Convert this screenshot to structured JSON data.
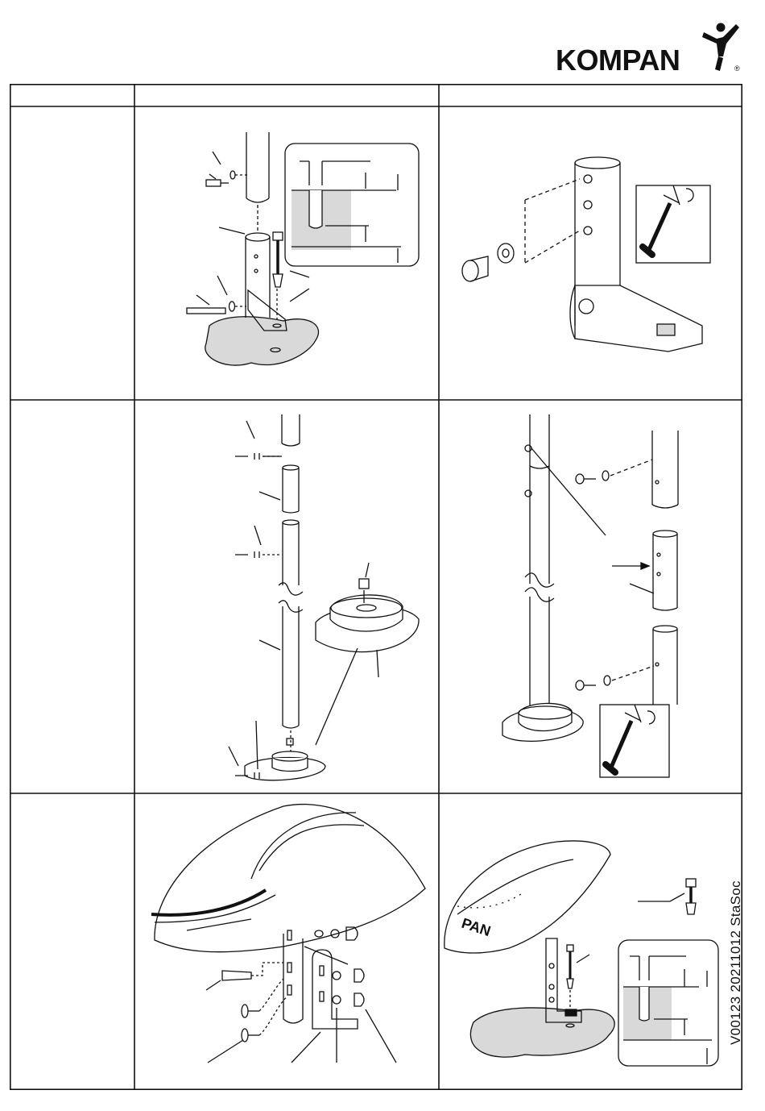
{
  "brand": {
    "name": "KOMPAN",
    "registered_mark": "®"
  },
  "document_code": "V00123  20211012  StaSoc",
  "colors": {
    "ink": "#111111",
    "ground": "#d9d9d9",
    "soil": "#cfcfcf"
  },
  "table": {
    "columns": 3,
    "header_row": [
      "",
      "",
      ""
    ],
    "rows": [
      {
        "step_label": "",
        "illustrations": [
          "bracket-mounted-post-with-anchor-bolt-and-depth-detail",
          "post-bracket-bolt-and-hammer-tightening"
        ]
      },
      {
        "step_label": "",
        "illustrations": [
          "exploded-post-sections-with-sleeve-and-round-socket-base",
          "joining-post-sections-with-sleeve-and-hammer"
        ]
      },
      {
        "step_label": "",
        "illustrations": [
          "seat-shell-bracket-assembly-with-bolts-washers-cap-nuts",
          "seat-mounted-on-bracket-with-anchor-bolt-and-depth-detail"
        ]
      }
    ]
  }
}
